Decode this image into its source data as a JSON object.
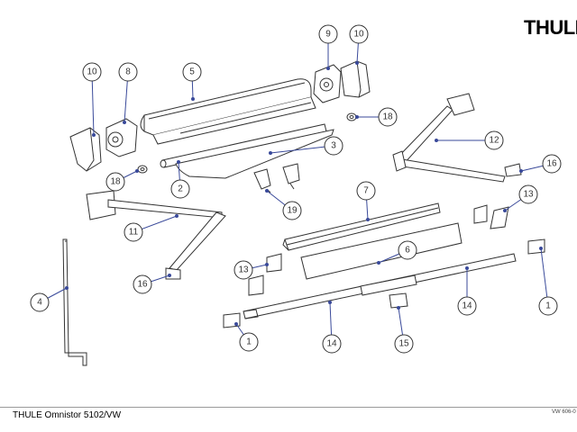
{
  "brand": {
    "logo_text": "THULE"
  },
  "footer": {
    "title": "THULE Omnistor 5102/VW",
    "code": "VW 606-0"
  },
  "callouts": [
    {
      "id": "c10a",
      "label": "10"
    },
    {
      "id": "c8",
      "label": "8"
    },
    {
      "id": "c5",
      "label": "5"
    },
    {
      "id": "c9",
      "label": "9"
    },
    {
      "id": "c10b",
      "label": "10"
    },
    {
      "id": "c18a",
      "label": "18"
    },
    {
      "id": "c3",
      "label": "3"
    },
    {
      "id": "c12",
      "label": "12"
    },
    {
      "id": "c18b",
      "label": "18"
    },
    {
      "id": "c2",
      "label": "2"
    },
    {
      "id": "c16a",
      "label": "16"
    },
    {
      "id": "c19",
      "label": "19"
    },
    {
      "id": "c7",
      "label": "7"
    },
    {
      "id": "c13a",
      "label": "13"
    },
    {
      "id": "c11",
      "label": "11"
    },
    {
      "id": "c6",
      "label": "6"
    },
    {
      "id": "c4",
      "label": "4"
    },
    {
      "id": "c13b",
      "label": "13"
    },
    {
      "id": "c16b",
      "label": "16"
    },
    {
      "id": "c14a",
      "label": "14"
    },
    {
      "id": "c1a",
      "label": "1"
    },
    {
      "id": "c1b",
      "label": "1"
    },
    {
      "id": "c14b",
      "label": "14"
    },
    {
      "id": "c15",
      "label": "15"
    }
  ]
}
